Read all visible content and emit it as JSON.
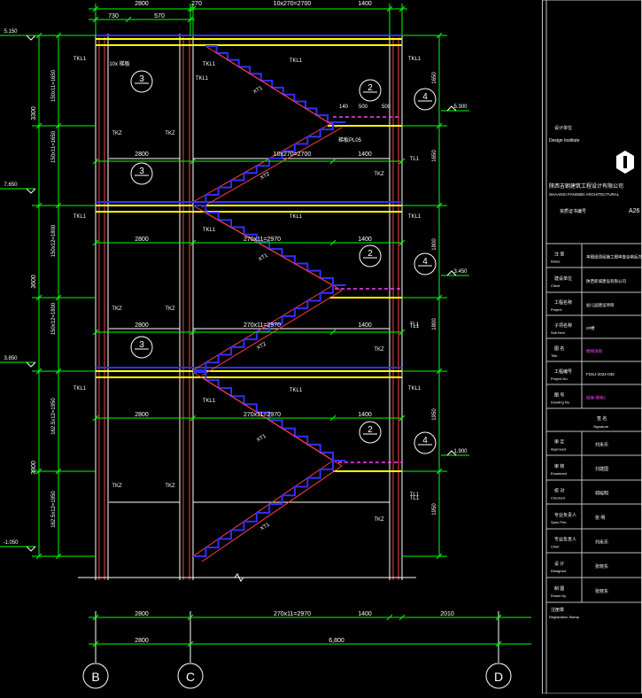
{
  "drawing": {
    "top_dims": [
      "2800",
      "270",
      "10x270=2700",
      "1400"
    ],
    "top_sub_dims": [
      "730",
      "570"
    ],
    "elevations": [
      "5.150",
      "7.650",
      "3.850",
      "-1.050"
    ],
    "left_total_dims": [
      "3300",
      "3600",
      "3900"
    ],
    "left_sub_dims": [
      "150x11=1650",
      "150x11=1650",
      "150x12=1800",
      "150x12=1800",
      "162.5x12=1950",
      "162.5x12=1950"
    ],
    "right_dims": [
      "1650",
      "1650",
      "1800",
      "1800",
      "1950",
      "1950"
    ],
    "right_elevations": [
      "5.300",
      "3.450",
      "1.900"
    ],
    "flight_dims": [
      "10x270=2700",
      "270x11=2970",
      "270x11=2970",
      "270x11=2970"
    ],
    "beam_labels": [
      "TKL1",
      "TKL1",
      "TKL1",
      "TKL1",
      "TKL1",
      "TKL1",
      "TKL1",
      "TKL1",
      "TKL1",
      "TKL1",
      "TKL1",
      "TKL1",
      "TKL1",
      "TL1",
      "TL1",
      "TL1",
      "TL1",
      "TL1"
    ],
    "column_labels": [
      "TKZ",
      "TKZ",
      "TKZ",
      "TKZ",
      "TKZ",
      "TKZ",
      "TKZ",
      "TKZ",
      "TKZ"
    ],
    "stair_labels": [
      "XT1",
      "XT2",
      "XT1",
      "XT2",
      "XT1",
      "XT1"
    ],
    "section_marks": [
      "3",
      "3",
      "3",
      "2",
      "2",
      "2",
      "4",
      "4",
      "4"
    ],
    "seg_dims": [
      "2800",
      "1400",
      "2800",
      "1400",
      "2800",
      "1400",
      "2800",
      "1400"
    ],
    "landing_dims": [
      "140",
      "500",
      "500"
    ],
    "landing_note": "梯板PL05",
    "top_note": "10x 梯板",
    "bottom_dims_row1": [
      "2800",
      "270x11=2970",
      "1400",
      "2010"
    ],
    "bottom_dims_row2": [
      "2800",
      "6,800"
    ],
    "grid_labels": [
      "B",
      "C",
      "D"
    ]
  },
  "title_block": {
    "institute_cn": "设计单位",
    "institute_en": "Design Institute",
    "company_cn": "陕西吉朝建筑工程设计有限公司",
    "company_en": "SHAANXI FANGBEI ARCHITECTURAL",
    "cert_label": "资质证书编号",
    "cert_no": "A26",
    "rows": [
      {
        "cn": "注 意",
        "en": "Notes",
        "value": "本图纸须经施工图审查合格后方可施工"
      },
      {
        "cn": "建设单位",
        "en": "Client",
        "value": "陕西新城建设有限公司"
      },
      {
        "cn": "工程名称",
        "en": "Project",
        "value": "幼儿园建设项目"
      },
      {
        "cn": "子项名称",
        "en": "Sub Item",
        "value": "2#楼"
      },
      {
        "cn": "图 名",
        "en": "Title",
        "value": "楼梯详图"
      },
      {
        "cn": "工程编号",
        "en": "Project No.",
        "value": "FDSJ-2022-036"
      },
      {
        "cn": "图 号",
        "en": "Drawing No.",
        "value": "结施-楼梯2"
      }
    ],
    "signature_cn": "签 名",
    "signature_en": "Signature",
    "sign_rows": [
      {
        "cn": "审 定",
        "en": "Approved",
        "name": "刘永乐"
      },
      {
        "cn": "审 核",
        "en": "Examined",
        "name": "刘建国"
      },
      {
        "cn": "校 对",
        "en": "Checked",
        "name": "郭晓明"
      },
      {
        "cn": "专业负责人",
        "en": "Spec.Prin.",
        "name": "张 明"
      },
      {
        "cn": "专业负责人",
        "en": "Chief",
        "name": "刘永乐"
      },
      {
        "cn": "设 计",
        "en": "Designed",
        "name": "张晓东"
      },
      {
        "cn": "制 图",
        "en": "Drawn by",
        "name": "张晓东"
      }
    ],
    "registration_cn": "注册章",
    "registration_en": "Registration Stamp"
  }
}
